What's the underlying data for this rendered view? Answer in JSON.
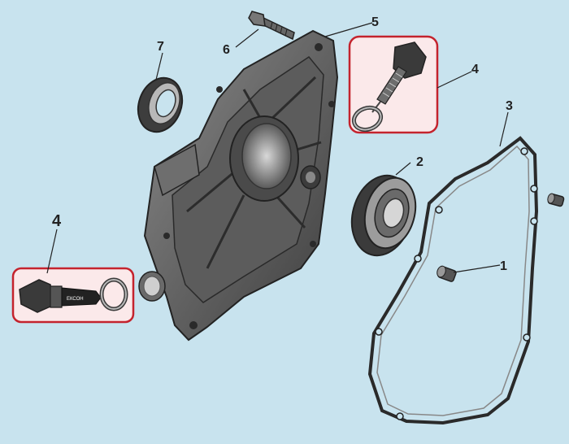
{
  "callouts": [
    {
      "id": "c1",
      "text": "1"
    },
    {
      "id": "c2",
      "text": "2"
    },
    {
      "id": "c3",
      "text": "3"
    },
    {
      "id": "c4a",
      "text": "4"
    },
    {
      "id": "c4b",
      "text": "4"
    },
    {
      "id": "c5",
      "text": "5"
    },
    {
      "id": "c6",
      "text": "6"
    },
    {
      "id": "c7",
      "text": "7"
    }
  ],
  "dipstick_marking": "ЕКСОН",
  "colors": {
    "background": "#c8e3ee",
    "highlight_box": "#c4232d",
    "part_dark": "#3a3a3a",
    "part_mid": "#6d6d6d",
    "part_light": "#a8a8a8",
    "line": "#222222"
  }
}
